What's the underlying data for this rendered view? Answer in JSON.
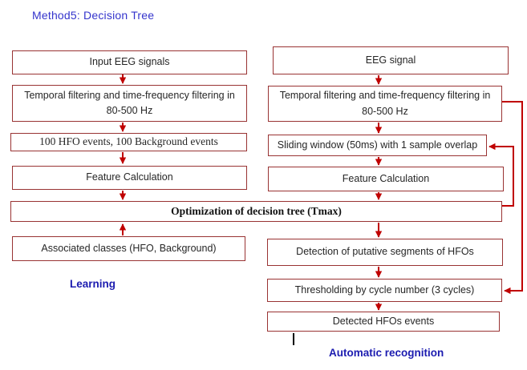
{
  "title": "Method5: Decision Tree",
  "colors": {
    "title_blue": "#3434CC",
    "label_blue": "#1C1CB0",
    "box_border": "#993333",
    "arrow_red": "#C00000",
    "box_text": "#262626"
  },
  "learning": {
    "label": "Learning",
    "input_box": "Input EEG signals",
    "filtering_box_line1": "Temporal filtering and time-frequency filtering in",
    "filtering_box_line2": "80-500 Hz",
    "events_box": "100 HFO events, 100 Background events",
    "feature_box": "Feature Calculation",
    "classes_box": "Associated classes (HFO, Background)"
  },
  "shared": {
    "optimization_box": "Optimization of decision tree (Tmax)"
  },
  "recognition": {
    "label": "Automatic recognition",
    "eeg_box": "EEG signal",
    "filtering_box_line1": "Temporal filtering and time-frequency filtering in",
    "filtering_box_line2": "80-500 Hz",
    "sliding_box": "Sliding window (50ms) with 1 sample overlap",
    "feature_box": "Feature Calculation",
    "detection_box": "Detection of putative segments of HFOs",
    "thresholding_box": "Thresholding by cycle number (3 cycles)",
    "detected_box": "Detected HFOs events"
  }
}
